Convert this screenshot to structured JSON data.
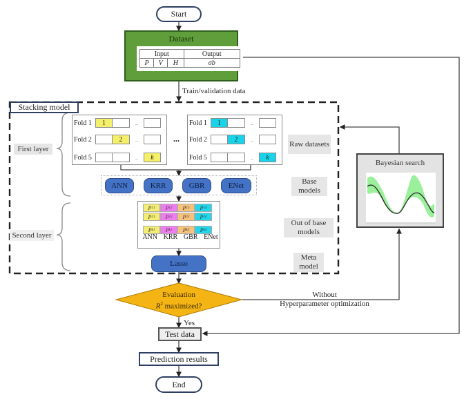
{
  "flow": {
    "start_label": "Start",
    "end_label": "End",
    "dataset": {
      "title": "Dataset",
      "input_header": "Input",
      "output_header": "Output",
      "input_vars": [
        "P",
        "V",
        "H"
      ],
      "output_var": "σb"
    },
    "train_validation_label": "Train/validation data",
    "stacking_model_label": "Stacking model",
    "first_layer_label": "First layer",
    "second_layer_label": "Second layer",
    "fold_panels": [
      {
        "highlight_color": "#f5f06a",
        "rows": [
          {
            "label": "Fold 1",
            "cells": [
              "1",
              "",
              "",
              ""
            ]
          },
          {
            "label": "Fold 2",
            "cells": [
              "",
              "2",
              "",
              ""
            ]
          },
          {
            "label": "Fold 5",
            "cells": [
              "",
              "",
              "",
              "k"
            ]
          }
        ]
      },
      {
        "highlight_color": "#19d4e8",
        "rows": [
          {
            "label": "Fold 1",
            "cells": [
              "1",
              "",
              "",
              ""
            ]
          },
          {
            "label": "Fold 2",
            "cells": [
              "",
              "2",
              "",
              ""
            ]
          },
          {
            "label": "Fold 5",
            "cells": [
              "",
              "",
              "",
              "k"
            ]
          }
        ]
      }
    ],
    "panel_ellipsis": "...",
    "cell_ellipsis": "...",
    "base_models": [
      "ANN",
      "KRR",
      "GBR",
      "ENet"
    ],
    "prediction_matrix": {
      "rows": [
        "1",
        "2",
        "k"
      ],
      "subscripts": [
        "1",
        "2",
        "3",
        "4"
      ],
      "column_colors": [
        "#f3ee72",
        "#f07df0",
        "#f7c27c",
        "#23d7ea"
      ],
      "column_names": [
        "ANN",
        "KRR",
        "GBR",
        "ENet"
      ],
      "symbol": "P"
    },
    "meta_model": "Lasso",
    "side_labels": {
      "raw_datasets": "Raw datasets",
      "base_models": "Base models",
      "out_of_base_models": "Out of base models",
      "meta_model": "Meta model"
    },
    "decision": {
      "line1": "Evaluation",
      "line2_symbol": "R",
      "line2_sup": "2",
      "line2_rest": " maximized?",
      "yes_label": "Yes",
      "no_label_line1": "Without",
      "no_label_line2": "Hyperparameter optimization"
    },
    "bayesian_search_label": "Bayesian search",
    "test_data_label": "Test data",
    "prediction_results_label": "Prediction results"
  },
  "colors": {
    "dataset_green": "#5f9e3a",
    "model_blue": "#4472c4",
    "decision_orange": "#f3b414",
    "gp_band": "#90ee90"
  }
}
